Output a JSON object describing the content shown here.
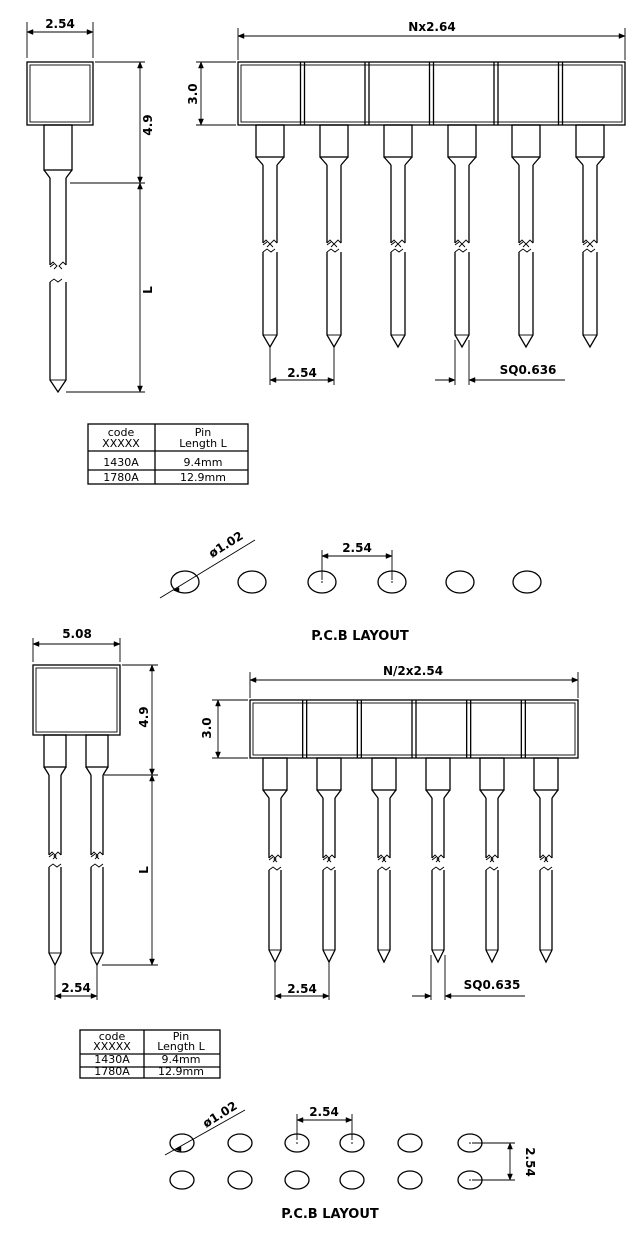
{
  "top": {
    "side_width": "2.54",
    "height_dim": "4.9",
    "length_dim": "L",
    "total_width": "Nx2.64",
    "header_height": "3.0",
    "pitch": "2.54",
    "pin_square": "SQ0.636",
    "pin_count": 6,
    "table": {
      "headers": [
        [
          "code",
          "XXXXX"
        ],
        [
          "Pin",
          "Length L"
        ]
      ],
      "rows": [
        [
          "1430A",
          "9.4mm"
        ],
        [
          "1780A",
          "12.9mm"
        ]
      ]
    },
    "pcb": {
      "hole_dia": "ø1.02",
      "pitch": "2.54",
      "title": "P.C.B LAYOUT",
      "holes": 6
    }
  },
  "bottom": {
    "side_width": "5.08",
    "height_dim": "4.9",
    "length_dim": "L",
    "side_pitch": "2.54",
    "total_width": "N/2x2.54",
    "header_height": "3.0",
    "pitch": "2.54",
    "pin_square": "SQ0.635",
    "pin_count": 6,
    "table": {
      "headers": [
        [
          "code",
          "XXXXX"
        ],
        [
          "Pin",
          "Length L"
        ]
      ],
      "rows": [
        [
          "1430A",
          "9.4mm"
        ],
        [
          "1780A",
          "12.9mm"
        ]
      ]
    },
    "pcb": {
      "hole_dia": "ø1.02",
      "pitch": "2.54",
      "row_pitch": "2.54",
      "title": "P.C.B LAYOUT",
      "holes_per_row": 6
    }
  }
}
